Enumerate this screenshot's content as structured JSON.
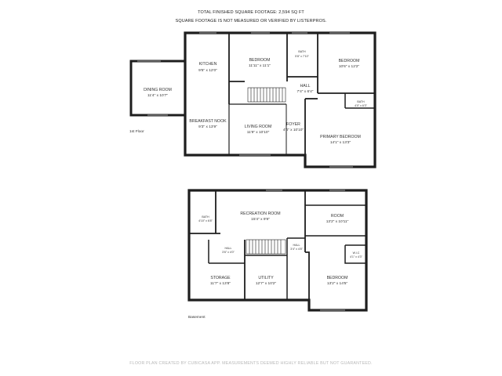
{
  "header": {
    "line1": "TOTAL FINISHED SQUARE FOOTAGE: 2,594 SQ FT",
    "line2": "SQUARE FOOTAGE IS NOT MEASURED OR VERIFIED BY LISTERPROS."
  },
  "floors": {
    "first": "1st Floor",
    "basement": "Basement"
  },
  "rooms": {
    "kitchen": {
      "name": "KITCHEN",
      "dim": "9'5\" x 12'0\""
    },
    "bedroom1": {
      "name": "BEDROOM",
      "dim": "11'11\" x 11'1\""
    },
    "bath1": {
      "name": "BATH",
      "dim": "5'8\" x 7'10\""
    },
    "bedroom2": {
      "name": "BEDROOM",
      "dim": "10'6\" x 12'2\""
    },
    "dining": {
      "name": "DINING ROOM",
      "dim": "11'4\" x 10'7\""
    },
    "hall1": {
      "name": "HALL",
      "dim": "7'4\" x 6'4\""
    },
    "bath2": {
      "name": "BATH",
      "dim": "4'0\" x 6'3\""
    },
    "nook": {
      "name": "BREAKFAST NOOK",
      "dim": "9'3\" x 13'9\""
    },
    "living": {
      "name": "LIVING ROOM",
      "dim": "11'9\" x 10'10\""
    },
    "foyer": {
      "name": "FOYER",
      "dim": "4'4\" x 10'10\""
    },
    "primary": {
      "name": "PRIMARY BEDROOM",
      "dim": "14'1\" x 13'3\""
    },
    "bath3": {
      "name": "BATH",
      "dim": "4'10\" x 6'8\""
    },
    "rec": {
      "name": "RECREATION ROOM",
      "dim": "15'4\" x 9'9\""
    },
    "room": {
      "name": "ROOM",
      "dim": "13'2\" x 10'11\""
    },
    "hall2": {
      "name": "HALL",
      "dim": "3'6\" x 4'0\""
    },
    "hall3": {
      "name": "HALL",
      "dim": "3'4\" x 4'8\""
    },
    "wic": {
      "name": "W.I.C",
      "dim": "4'1\" x 4'3\""
    },
    "storage": {
      "name": "STORAGE",
      "dim": "11'7\" x 13'8\""
    },
    "utility": {
      "name": "UTILITY",
      "dim": "12'7\" x 10'2\""
    },
    "bedroom3": {
      "name": "BEDROOM",
      "dim": "13'2\" x 14'5\""
    }
  },
  "footer": "FLOOR PLAN CREATED BY CUBICASA APP. MEASUREMENTS DEEMED HIGHLY RELIABLE BUT NOT GUARANTEED."
}
